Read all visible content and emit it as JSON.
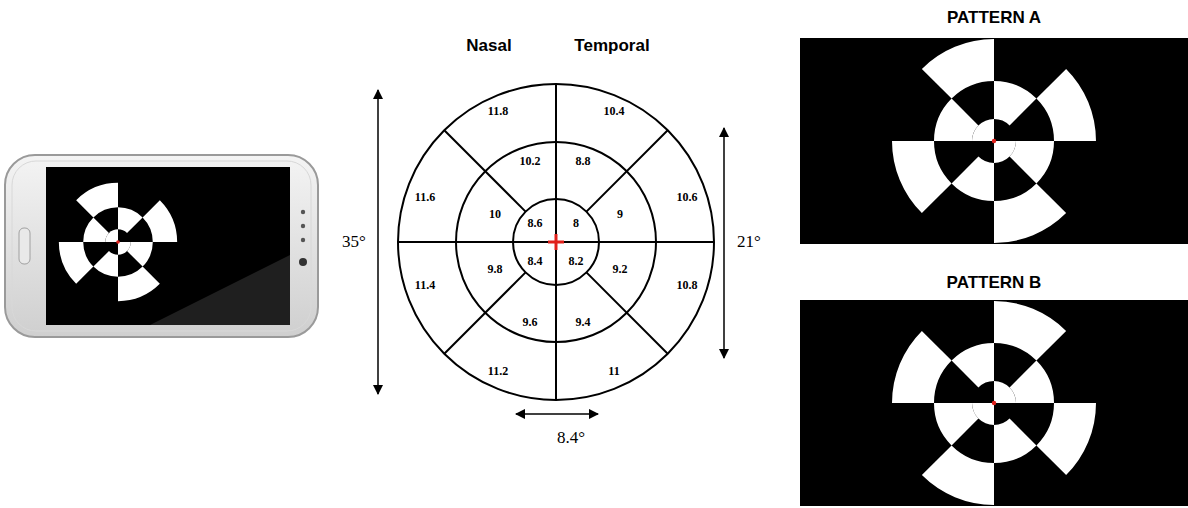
{
  "diagram": {
    "labels": [
      "Nasal",
      "Temporal",
      "11.8",
      "10.4",
      "10.2",
      "8.8",
      "11.6",
      "10",
      "8.6",
      "8",
      "9",
      "10.6",
      "9.8",
      "8.4",
      "8.2",
      "9.2",
      "11.4",
      "9.6",
      "9.4",
      "10.8",
      "11.2",
      "11",
      "35°",
      "21°",
      "8.4°",
      "PATTERN A",
      "PATTERN B"
    ]
  }
}
